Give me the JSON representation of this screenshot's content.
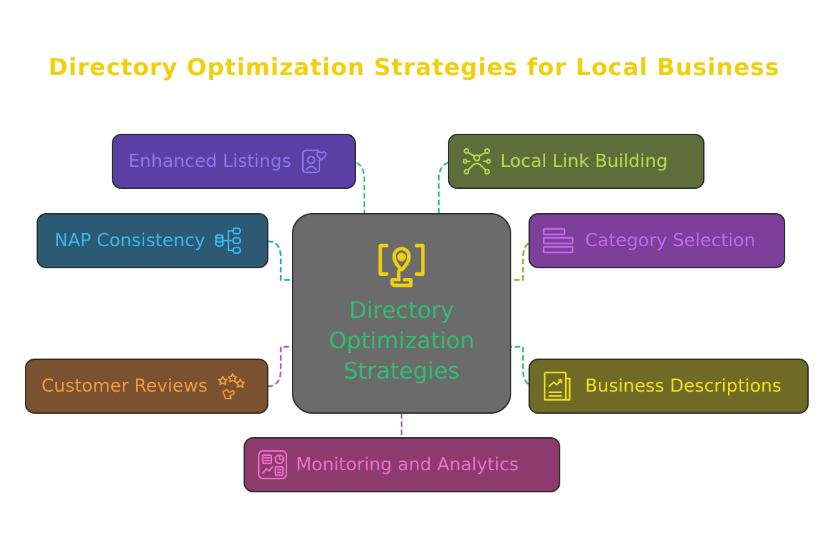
{
  "title": "Directory Optimization Strategies for Local Business",
  "center": {
    "label": "Directory Optimization Strategies",
    "icon": "location-pin-icon",
    "color": "#2fbf71",
    "icon_color": "#f0cf0f"
  },
  "nodes": {
    "enhanced_listings": {
      "label": "Enhanced Listings",
      "icon": "profile-heart-icon",
      "bg": "#5a3fa5",
      "fg": "#8f78ea"
    },
    "local_link": {
      "label": "Local Link Building",
      "icon": "network-people-icon",
      "bg": "#5e6e3a",
      "fg": "#b5e04a"
    },
    "nap": {
      "label": "NAP Consistency",
      "icon": "database-tree-icon",
      "bg": "#2c5a73",
      "fg": "#39b8f0"
    },
    "category": {
      "label": "Category Selection",
      "icon": "bars-layout-icon",
      "bg": "#7d3f9a",
      "fg": "#c569ee"
    },
    "reviews": {
      "label": "Customer Reviews",
      "icon": "stars-hand-icon",
      "bg": "#7a5230",
      "fg": "#f39a3c"
    },
    "descriptions": {
      "label": "Business Descriptions",
      "icon": "document-chart-icon",
      "bg": "#706a27",
      "fg": "#f0e21c"
    },
    "monitoring": {
      "label": "Monitoring and Analytics",
      "icon": "dashboard-icon",
      "bg": "#8d3a6e",
      "fg": "#ef6fcb"
    }
  }
}
